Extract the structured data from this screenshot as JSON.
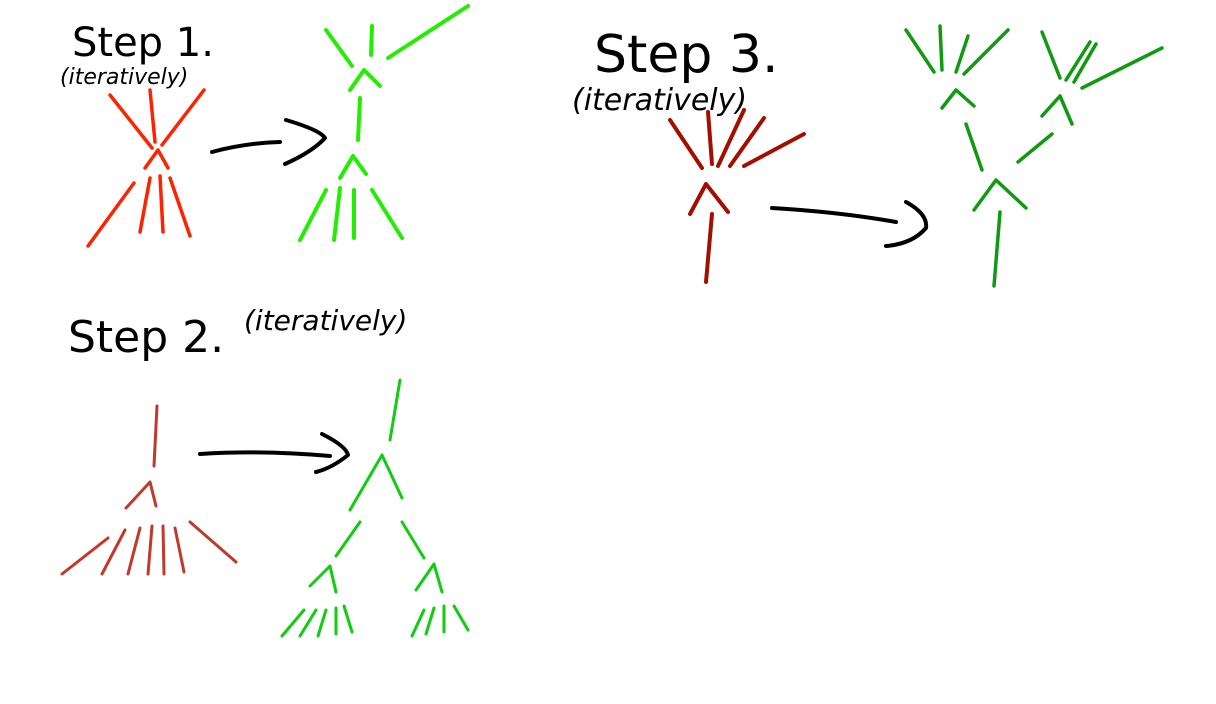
{
  "colors": {
    "ink": "#000000",
    "red_bright": "#ff2200",
    "red_dark": "#a40e00",
    "red_medium": "#c0392b",
    "green_bright": "#22ee00",
    "green_medium": "#11cc11",
    "green_dark": "#119911"
  },
  "steps": [
    {
      "title": "Step 1.",
      "note": "(iteratively)"
    },
    {
      "title": "Step 2.",
      "note": "(iteratively)"
    },
    {
      "title": "Step 3.",
      "note": "(iteratively)"
    }
  ]
}
